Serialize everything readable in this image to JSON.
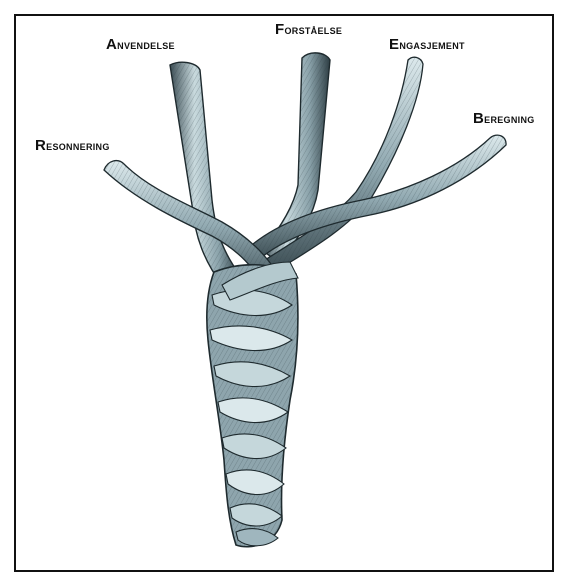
{
  "labels": {
    "anvendelse": "Anvendelse",
    "forstaaelse": "Forståelse",
    "engasjement": "Engasjement",
    "beregning": "Beregning",
    "resonnering": "Resonnering"
  },
  "colors": {
    "border": "#111111",
    "strand_fill": "#9fb6be",
    "strand_light": "#d8e6ea",
    "strand_dark": "#2e3e44"
  }
}
